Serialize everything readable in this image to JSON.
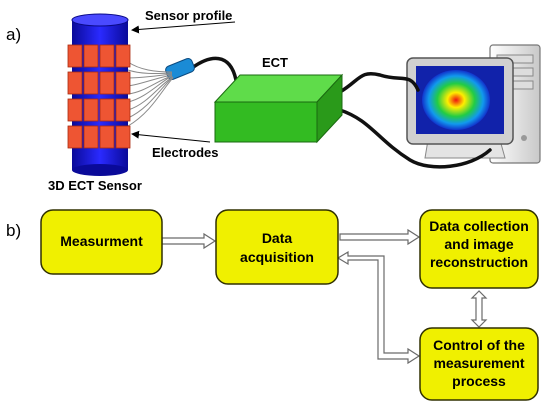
{
  "panel_a": {
    "label": "a)",
    "sensor_profile": "Sensor profile",
    "electrodes": "Electrodes",
    "sensor_name": "3D ECT Sensor",
    "ect_box": "ECT"
  },
  "panel_b": {
    "label": "b)",
    "measurement": [
      "Measurment"
    ],
    "data_acquisition": [
      "Data",
      "acquisition"
    ],
    "data_collection": [
      "Data collection",
      "and image",
      "reconstruction"
    ],
    "control": [
      "Control of the",
      "measurement",
      "process"
    ]
  },
  "colors": {
    "box_fill": "#f0f000",
    "box_stroke": "#303000",
    "ect_green": "#33bb22",
    "sensor_blue": "#1a1aee",
    "electrode_red": "#ee5533"
  }
}
